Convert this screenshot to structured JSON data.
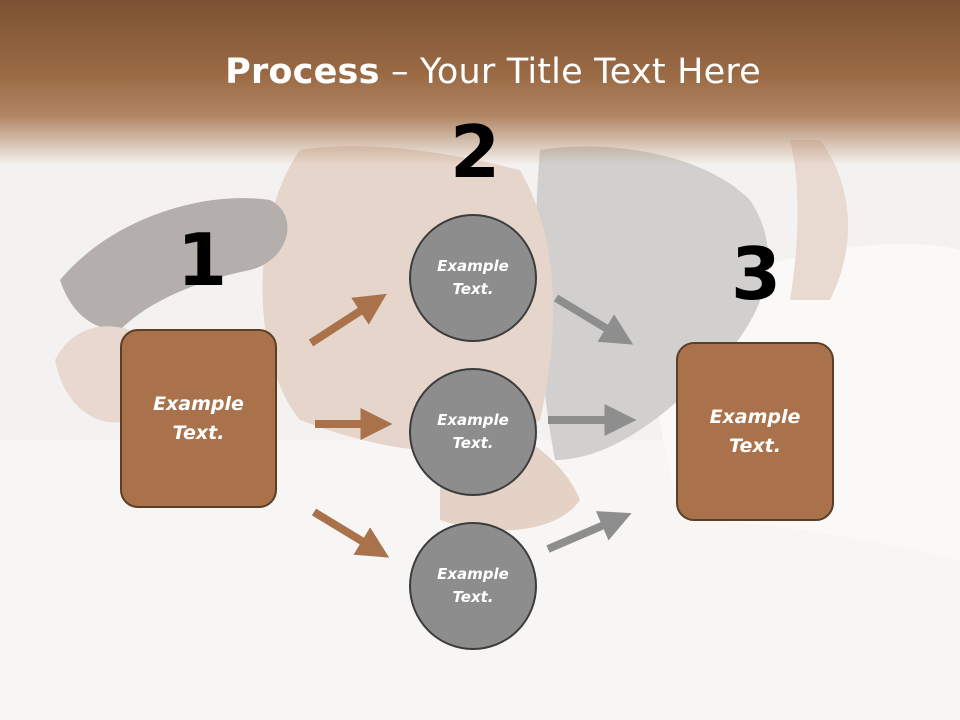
{
  "title": {
    "bold": "Process",
    "rest": " – Your Title Text Here"
  },
  "steps": [
    {
      "number": "1",
      "label": "Example\nText."
    },
    {
      "number": "2"
    },
    {
      "number": "3",
      "label": "Example\nText."
    }
  ],
  "circles": [
    {
      "label": "Example\nText."
    },
    {
      "label": "Example\nText."
    },
    {
      "label": "Example\nText."
    }
  ],
  "colors": {
    "brown": "#a9724a",
    "brown_dark": "#5c3e27",
    "gray": "#8d8d8d",
    "arrow_brown": "#a9724a",
    "arrow_gray": "#8e8e8e"
  }
}
